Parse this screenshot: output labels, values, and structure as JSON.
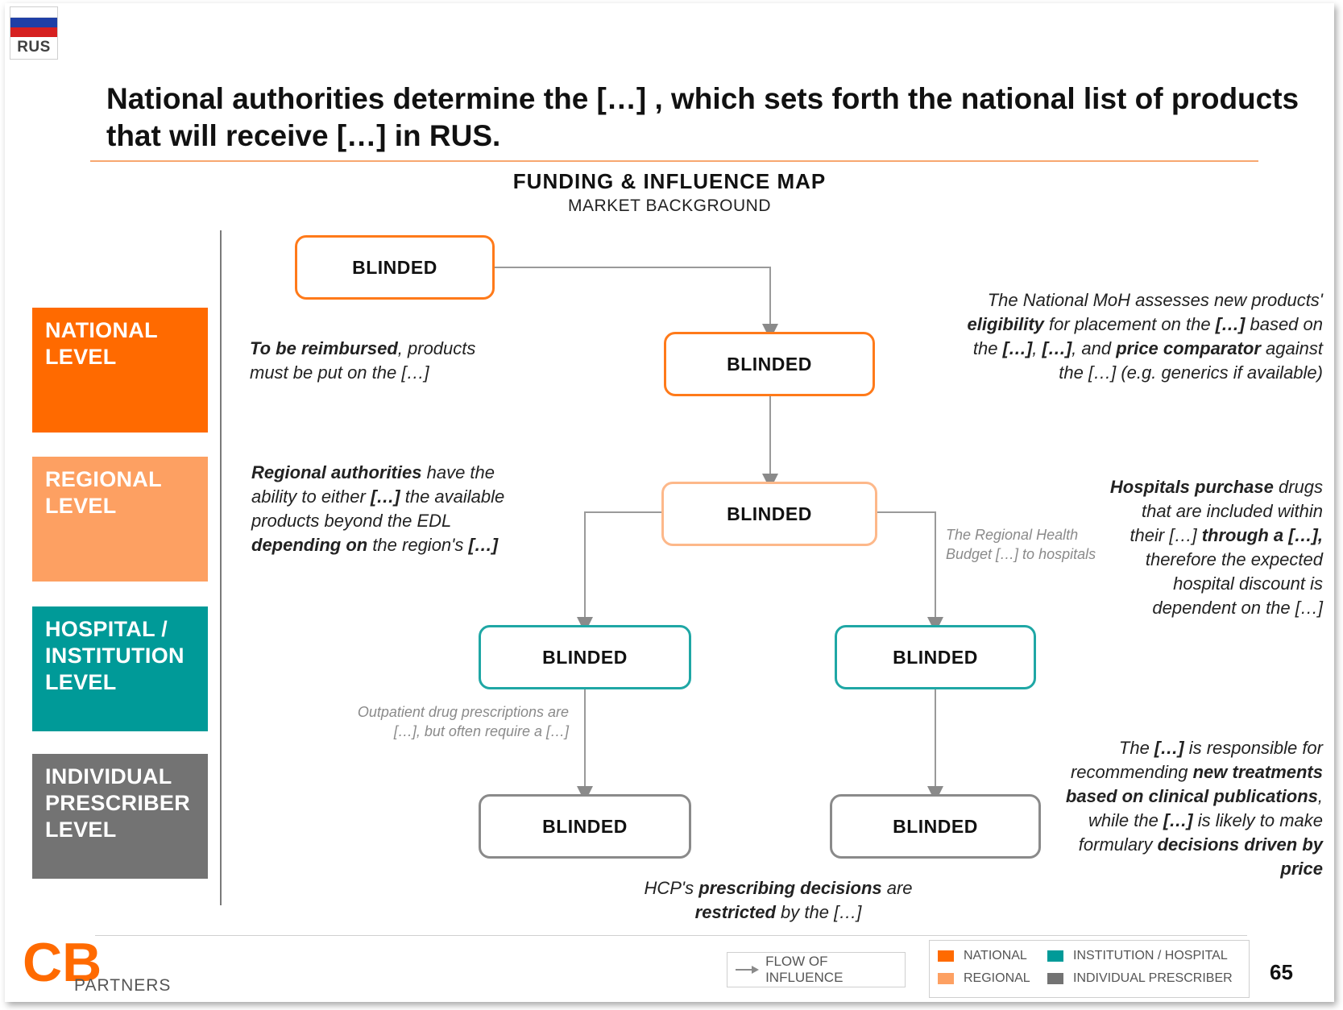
{
  "flag": {
    "code": "RUS"
  },
  "title": "National authorities determine the […] , which sets forth the national list of products that will receive […] in RUS.",
  "map": {
    "title": "FUNDING & INFLUENCE MAP",
    "subtitle": "MARKET BACKGROUND"
  },
  "levels": [
    {
      "label": "NATIONAL LEVEL",
      "color": "#ff6a00"
    },
    {
      "label": "REGIONAL LEVEL",
      "color": "#fda062"
    },
    {
      "label": "HOSPITAL / INSTITUTION LEVEL",
      "color": "#009a98"
    },
    {
      "label": "INDIVIDUAL PRESCRIBER LEVEL",
      "color": "#737373"
    }
  ],
  "nodes": {
    "top": "BLINDED",
    "national": "BLINDED",
    "regional": "BLINDED",
    "hospital_left": "BLINDED",
    "hospital_right": "BLINDED",
    "prescriber_left": "BLINDED",
    "prescriber_right": "BLINDED"
  },
  "annotations": {
    "reimbursed": {
      "b1": "To be reimbursed",
      "t1": ", products must be put on the […]"
    },
    "moh": {
      "t1": "The National MoH assesses new products' ",
      "b1": "eligibility",
      "t2": " for placement on the ",
      "b2": "[…]",
      "t3": " based on the ",
      "b3": "[…]",
      "t4": ", ",
      "b4": "[…]",
      "t5": ", and ",
      "b5": "price comparator",
      "t6": " against the […] (e.g. generics if available)"
    },
    "regional": {
      "b1": "Regional authorities",
      "t1": " have the ability to either ",
      "b2": "[…]",
      "t2": " the available products beyond the EDL ",
      "b3": "depending on",
      "t3": " the region's ",
      "b4": "[…]"
    },
    "budget": "The Regional Health Budget […] to hospitals",
    "hospitals": {
      "b1": "Hospitals purchase",
      "t1": " drugs that are included within their […] ",
      "b2": "through a […],",
      "t2": " therefore the expected hospital discount is dependent on the […]"
    },
    "outpatient": "Outpatient drug prescriptions are […], but often require a […]",
    "formulary": {
      "t1": "The ",
      "b1": "[…]",
      "t2": " is responsible for recommending ",
      "b2": "new treatments based on clinical publications",
      "t3": ", while the ",
      "b3": "[…]",
      "t4": " is likely to make formulary ",
      "b4": "decisions driven by price"
    },
    "hcp": {
      "t1": "HCP's ",
      "b1": "prescribing decisions",
      "t2": " are ",
      "b2": "restricted",
      "t3": " by the […]"
    }
  },
  "footer": {
    "logo_letters": "CB",
    "logo_word": "PARTNERS",
    "flow_label": "FLOW OF INFLUENCE",
    "legend": [
      {
        "label": "NATIONAL",
        "color": "#ff6a00"
      },
      {
        "label": "REGIONAL",
        "color": "#fda062"
      },
      {
        "label": "INSTITUTION / HOSPITAL",
        "color": "#009a98"
      },
      {
        "label": "INDIVIDUAL PRESCRIBER",
        "color": "#737373"
      }
    ],
    "page_number": "65"
  }
}
